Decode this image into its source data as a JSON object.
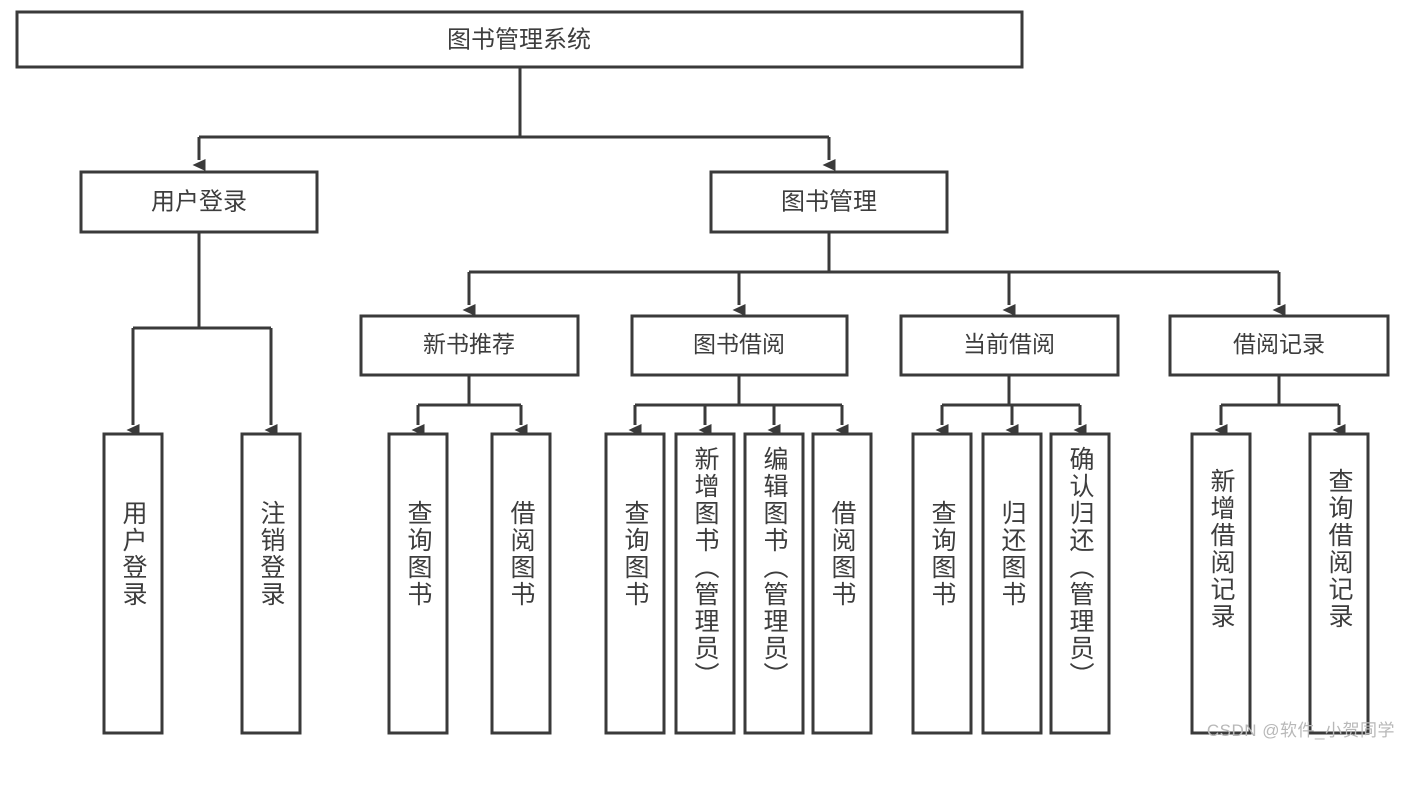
{
  "diagram": {
    "type": "tree",
    "title": "图书管理系统",
    "orientation": "top-down",
    "colors": {
      "stroke": "#3a3a3a",
      "box_fill": "#ffffff",
      "text": "#3d3d3d",
      "background": "#ffffff",
      "watermark": "#b8b8b8"
    },
    "root": {
      "label": "图书管理系统",
      "level": 0
    },
    "level1": [
      {
        "label": "用户登录"
      },
      {
        "label": "图书管理"
      }
    ],
    "level2": [
      {
        "label": "新书推荐",
        "parent": "图书管理"
      },
      {
        "label": "图书借阅",
        "parent": "图书管理"
      },
      {
        "label": "当前借阅",
        "parent": "图书管理"
      },
      {
        "label": "借阅记录",
        "parent": "图书管理"
      }
    ],
    "leaves": {
      "user_login": [
        {
          "label": "用户登录"
        },
        {
          "label": "注销登录"
        }
      ],
      "new_book_recommend": [
        {
          "label": "查询图书"
        },
        {
          "label": "借阅图书"
        }
      ],
      "book_borrow": [
        {
          "label": "查询图书"
        },
        {
          "label": "新增图书（管理员）"
        },
        {
          "label": "编辑图书（管理员）"
        },
        {
          "label": "借阅图书"
        }
      ],
      "current_borrow": [
        {
          "label": "查询图书"
        },
        {
          "label": "归还图书"
        },
        {
          "label": "确认归还（管理员）"
        }
      ],
      "borrow_record": [
        {
          "label": "新增借阅记录"
        },
        {
          "label": "查询借阅记录"
        }
      ]
    }
  },
  "watermark": {
    "text": "CSDN @软件_小贺同学"
  }
}
